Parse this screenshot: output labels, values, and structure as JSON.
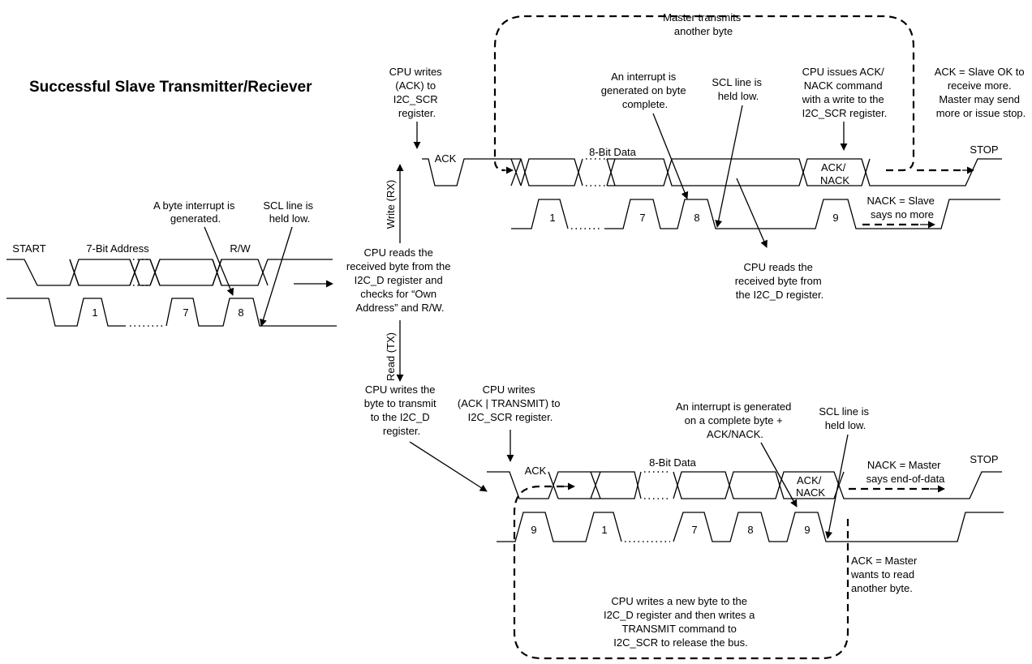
{
  "title": "Successful Slave Transmitter/Reciever",
  "address_phase": {
    "start": "START",
    "address": "7-Bit Address",
    "rw": "R/W",
    "clocks": [
      "1",
      "7",
      "8"
    ],
    "note_interrupt": [
      "A byte interrupt is",
      "generated."
    ],
    "note_scl": [
      "SCL line is",
      "held low."
    ]
  },
  "center": {
    "note": [
      "CPU reads the",
      "received byte from the",
      "I2C_D register and",
      "checks for “Own",
      "Address” and R/W."
    ],
    "write": "Write (RX)",
    "read": "Read (TX)"
  },
  "rx": {
    "ack": "ACK",
    "data": "8-Bit Data",
    "acknack": [
      "ACK/",
      "NACK"
    ],
    "stop": "STOP",
    "clocks": [
      "1",
      "7",
      "8",
      "9"
    ],
    "note_master": [
      "Master transmits",
      "another byte"
    ],
    "note_cpu_ack": [
      "CPU writes",
      "(ACK) to",
      "I2C_SCR",
      "register."
    ],
    "note_interrupt": [
      "An interrupt is",
      "generated on byte",
      "complete."
    ],
    "note_scl": [
      "SCL line is",
      "held low."
    ],
    "note_issue": [
      "CPU issues ACK/",
      "NACK command",
      "with a write to the",
      "I2C_SCR register."
    ],
    "note_ack_ok": [
      "ACK = Slave OK to",
      "receive more.",
      "Master may send",
      "more or issue stop."
    ],
    "note_nack": [
      "NACK = Slave",
      "says no more"
    ],
    "note_read": [
      "CPU reads the",
      "received byte from",
      "the I2C_D register."
    ]
  },
  "tx": {
    "ack": "ACK",
    "data": "8-Bit Data",
    "acknack": [
      "ACK/",
      "NACK"
    ],
    "stop": "STOP",
    "clocks": [
      "9",
      "1",
      "7",
      "8",
      "9"
    ],
    "note_write_byte": [
      "CPU writes the",
      "byte to transmit",
      "to the I2C_D",
      "register."
    ],
    "note_cpu_ack": [
      "CPU writes",
      "(ACK | TRANSMIT) to",
      "I2C_SCR register."
    ],
    "note_interrupt": [
      "An interrupt is generated",
      "on a complete byte +",
      "ACK/NACK."
    ],
    "note_scl": [
      "SCL line is",
      "held low."
    ],
    "note_nack": [
      "NACK = Master",
      "says end-of-data"
    ],
    "note_ack": [
      "ACK = Master",
      "wants to read",
      "another byte."
    ],
    "note_new_byte": [
      "CPU writes a new byte to the",
      "I2C_D register and then writes a",
      "TRANSMIT command to",
      "I2C_SCR to release the bus."
    ]
  }
}
